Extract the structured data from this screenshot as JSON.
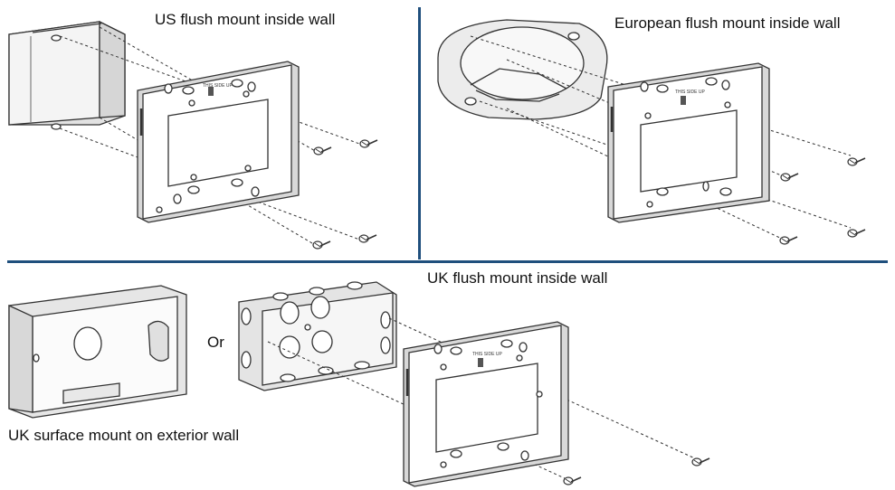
{
  "labels": {
    "us_flush": "US flush mount inside wall",
    "european_flush": "European flush mount inside wall",
    "uk_flush": "UK flush mount inside wall",
    "or": "Or",
    "uk_surface": "UK surface mount on exterior wall"
  },
  "plate_marking": "THIS SIDE UP",
  "colors": {
    "divider": "#1f4f7d",
    "line": "#333333",
    "shade": "#dcdcdc"
  }
}
